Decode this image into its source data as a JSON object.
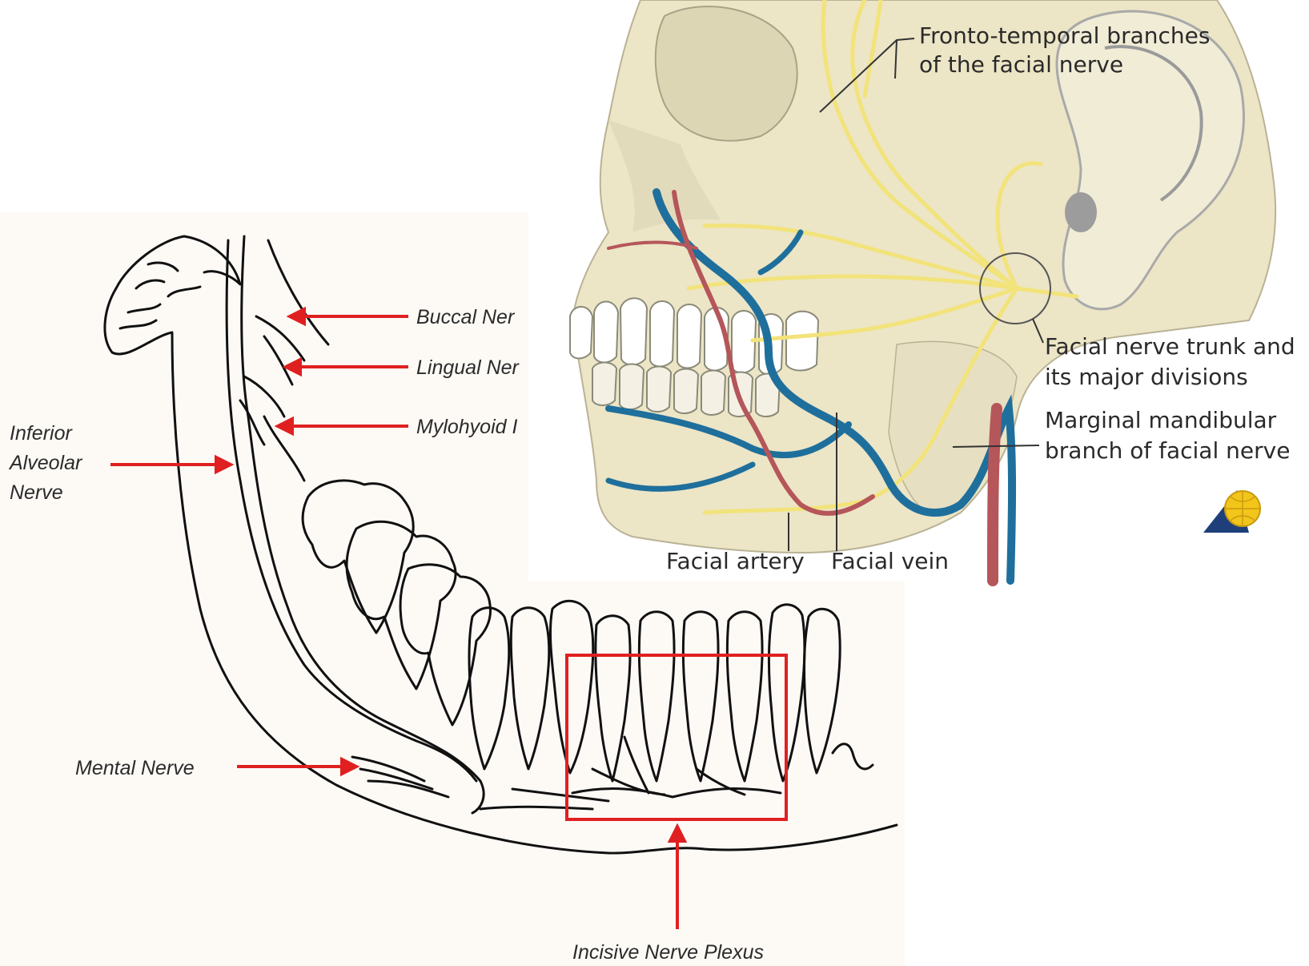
{
  "mandible_diagram": {
    "labels": {
      "buccal": "Buccal Ner",
      "lingual": "Lingual Ner",
      "mylohyoid": "Mylohyoid I",
      "inferior_alveolar": [
        "Inferior",
        "Alveolar",
        "Nerve"
      ],
      "mental": "Mental Nerve",
      "incisive": "Incisive Nerve Plexus"
    },
    "colors": {
      "arrow": "#e02020",
      "line": "#111111",
      "background": "#fdfaf6"
    }
  },
  "skull_diagram": {
    "labels": {
      "fronto_temporal": [
        "Fronto-temporal branches",
        "of the facial nerve"
      ],
      "trunk": [
        "Facial nerve trunk and",
        "its major divisions"
      ],
      "marginal": [
        "Marginal mandibular",
        "branch of facial nerve"
      ],
      "artery": "Facial artery",
      "vein": "Facial vein"
    },
    "colors": {
      "bone": "#ece5c6",
      "nerve": "#f2e37a",
      "vein": "#1f6f9c",
      "artery": "#b5565a",
      "logo_blue": "#1e3f7a",
      "logo_yellow": "#f3c51a"
    },
    "icons": [
      "publisher-logo-icon"
    ]
  }
}
